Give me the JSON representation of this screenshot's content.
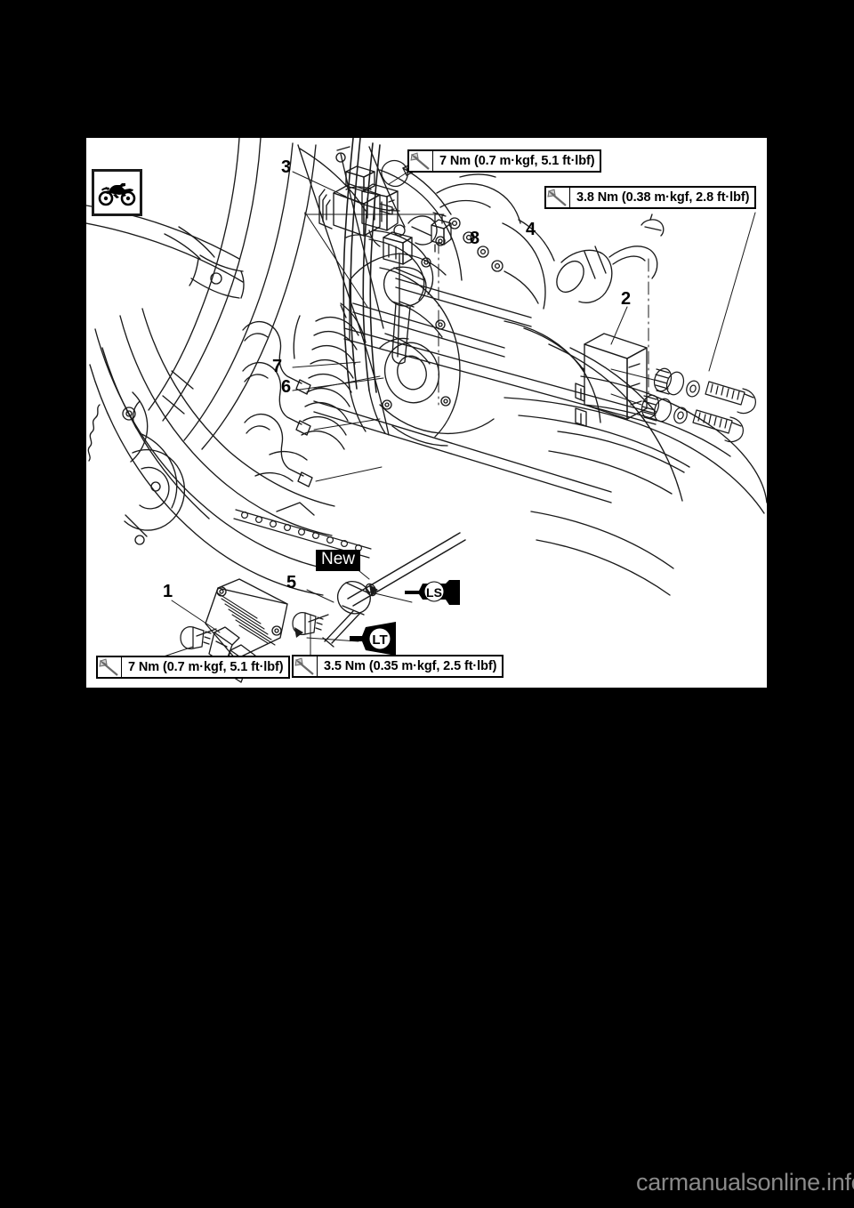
{
  "page": {
    "background_color": "#000000",
    "plate_color": "#ffffff",
    "watermark": "carmanualsonline.info"
  },
  "model_icon": {
    "name": "off-road-motorcycle-silhouette",
    "label": "motorcycle-model-icon"
  },
  "torque_specs": [
    {
      "id": "tq1",
      "text": "7 Nm (0.7 m·kgf, 5.1 ft·lbf)",
      "value_nm": 7,
      "value_mkgf": 0.7,
      "value_ftlbf": 5.1
    },
    {
      "id": "tq2",
      "text": "3.8 Nm (0.38 m·kgf, 2.8 ft·lbf)",
      "value_nm": 3.8,
      "value_mkgf": 0.38,
      "value_ftlbf": 2.8
    },
    {
      "id": "tq3",
      "text": "7 Nm (0.7 m·kgf, 5.1 ft·lbf)",
      "value_nm": 7,
      "value_mkgf": 0.7,
      "value_ftlbf": 5.1
    },
    {
      "id": "tq4",
      "text": "3.5 Nm (0.35 m·kgf, 2.5 ft·lbf)",
      "value_nm": 3.5,
      "value_mkgf": 0.35,
      "value_ftlbf": 2.5
    }
  ],
  "callouts": [
    {
      "id": "1",
      "label": "1"
    },
    {
      "id": "2",
      "label": "2"
    },
    {
      "id": "3",
      "label": "3"
    },
    {
      "id": "4",
      "label": "4"
    },
    {
      "id": "5",
      "label": "5"
    },
    {
      "id": "6",
      "label": "6"
    },
    {
      "id": "7",
      "label": "7"
    },
    {
      "id": "8",
      "label": "8"
    }
  ],
  "markers": {
    "new_label": "New",
    "lube_ls": "LS",
    "lube_lt": "LT"
  }
}
